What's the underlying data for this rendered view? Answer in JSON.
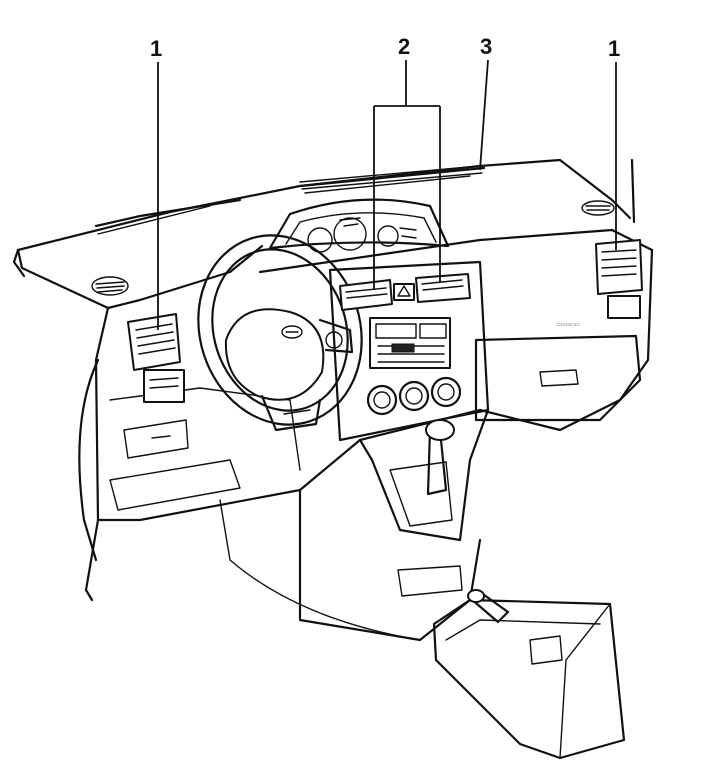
{
  "diagram": {
    "callouts": [
      {
        "id": "left-vent",
        "label": "1"
      },
      {
        "id": "center-vents",
        "label": "2"
      },
      {
        "id": "defroster",
        "label": "3"
      },
      {
        "id": "right-vent",
        "label": "1"
      }
    ],
    "colors": {
      "line": "#111111",
      "background": "#ffffff"
    }
  }
}
